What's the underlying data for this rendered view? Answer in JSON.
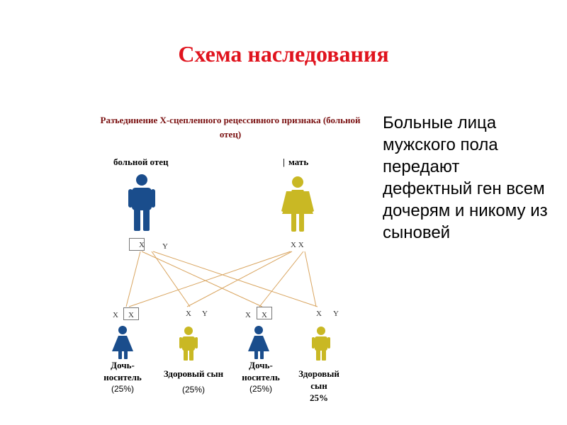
{
  "title": "Схема наследования",
  "subtitle": "Разъединение Х-сцепленного рецессивного признака (больной отец)",
  "parents": {
    "father_label": "больной отец",
    "mother_label": "мать",
    "father_x": "X",
    "father_y": "Y",
    "mother_genotype": "X X"
  },
  "children": [
    {
      "label_line1": "Дочь-",
      "label_line2": "носитель",
      "percent": "(25%)",
      "g1": "X",
      "g2": "X"
    },
    {
      "label_line1": "Здоровый сын",
      "label_line2": "",
      "percent": "(25%)",
      "g1": "X",
      "g2": "Y"
    },
    {
      "label_line1": "Дочь-",
      "label_line2": "носитель",
      "percent": "(25%)",
      "g1": "X",
      "g2": "X"
    },
    {
      "label_line1": "Здоровый",
      "label_line2": "сын",
      "percent": "25%",
      "g1": "X",
      "g2": "Y"
    }
  ],
  "side_text": "Больные лица мужского пола передают дефектный ген всем дочерям и никому из сыновей",
  "colors": {
    "title": "#e0141e",
    "affected_male": "#1a4d8c",
    "carrier_female": "#1a4d8c",
    "healthy": "#c9b824",
    "lines": "#d9a560"
  }
}
